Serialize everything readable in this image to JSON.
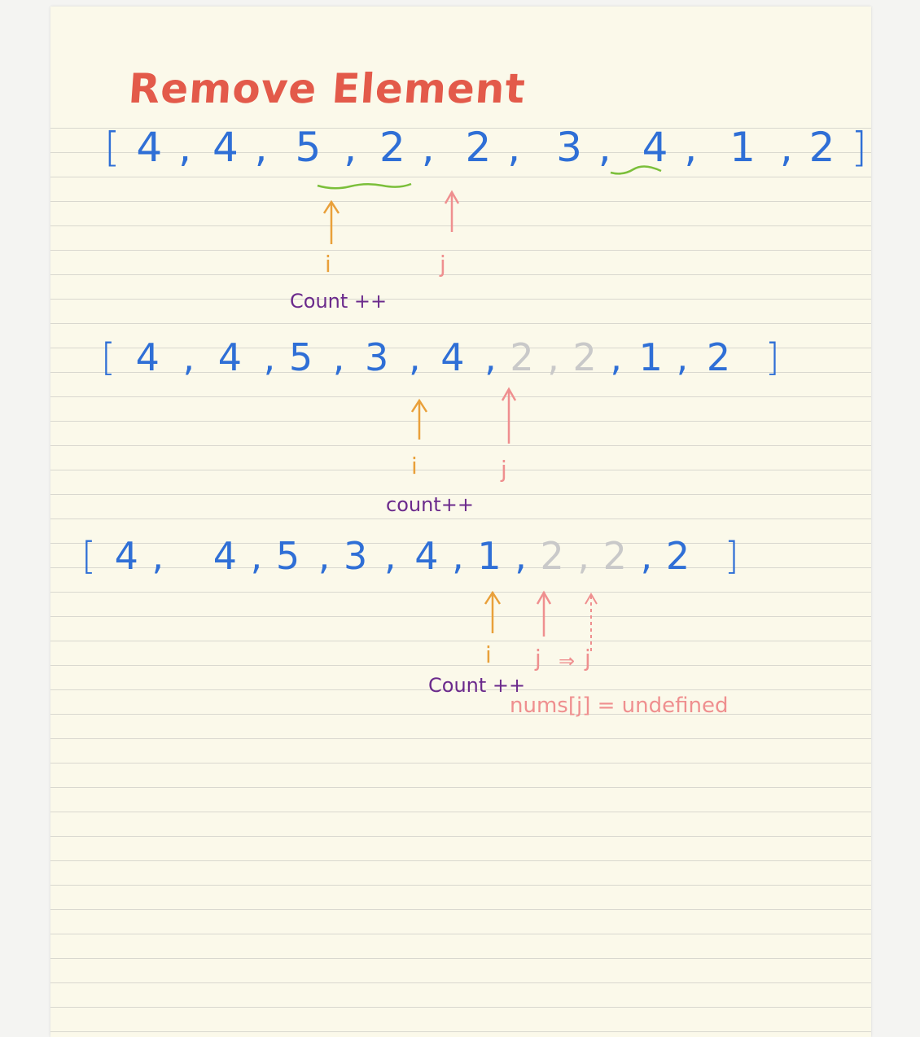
{
  "title": "Remove Element",
  "colors": {
    "title": "#e35a4a",
    "array": "#2f6fd6",
    "faded": "#c9c9c9",
    "pointer_i": "#e9a03a",
    "pointer_j": "#ef8f8f",
    "count": "#6b2a8c",
    "underline": "#7bbf3a"
  },
  "rows": [
    {
      "open": "[",
      "close": "]",
      "items": [
        "4",
        ",",
        "4",
        ",",
        "5",
        ",",
        "2",
        ",",
        "2",
        ",",
        "3",
        ",",
        "4",
        ",",
        "1",
        ",",
        "2"
      ],
      "i_label": "i",
      "j_label": "j",
      "count_label": "Count ++"
    },
    {
      "open": "[",
      "close": "]",
      "items": [
        "4",
        ",",
        "4",
        ",",
        "5",
        ",",
        "3",
        ",",
        "4",
        ",",
        "2",
        ",",
        "2",
        ",",
        "1",
        ",",
        "2"
      ],
      "i_label": "i",
      "j_label": "j",
      "count_label": "count++"
    },
    {
      "open": "[",
      "close": "]",
      "items": [
        "4",
        ",",
        "4",
        ",",
        "5",
        ",",
        "3",
        ",",
        "4",
        ",",
        "1",
        ",",
        "2",
        ",",
        "2",
        ",",
        "2"
      ],
      "i_label": "i",
      "j_label": "j",
      "j_arrow": "⇒",
      "j2_label": "j",
      "count_label": "Count ++",
      "note": "nums[j] = undefined"
    }
  ]
}
